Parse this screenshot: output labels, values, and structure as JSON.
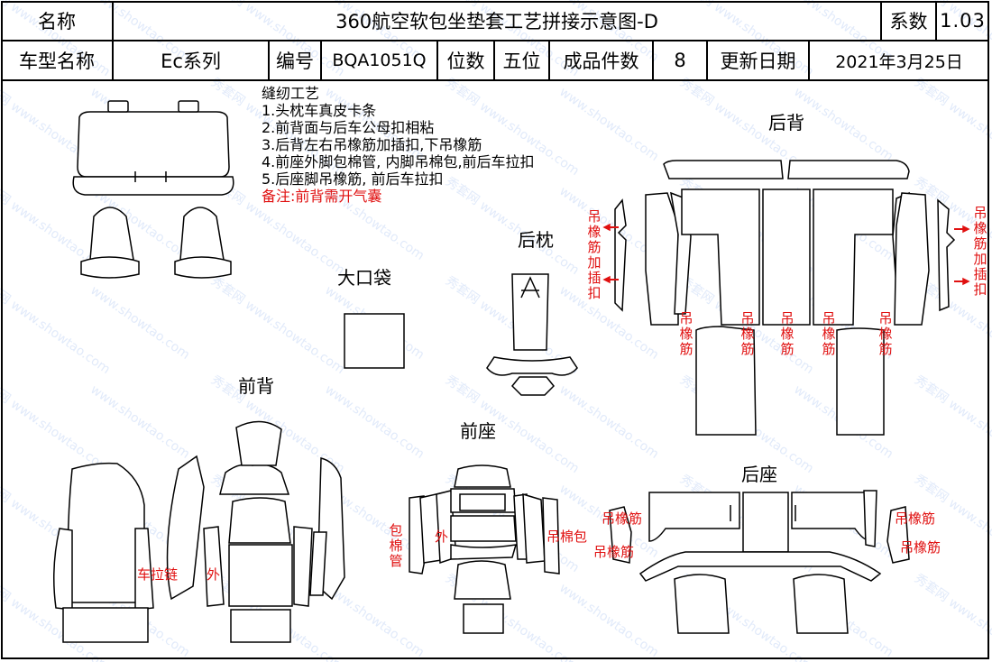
{
  "header": {
    "name_label": "名称",
    "title": "360航空软包坐垫套工艺拼接示意图-D",
    "coef_label": "系数",
    "coef_value": "1.03",
    "model_label": "车型名称",
    "model_value": "Ec系列",
    "code_label": "编号",
    "code_value": "BQA1051Q",
    "seats_label": "位数",
    "seats_value": "五位",
    "pieces_label": "成品件数",
    "pieces_value": "8",
    "date_label": "更新日期",
    "date_value": "2021年3月25日"
  },
  "notes": {
    "heading": "缝纫工艺",
    "items": [
      "1.头枕车真皮卡条",
      "2.前背面与后车公母扣相粘",
      "3.后背左右吊橡筋加插扣,下吊橡筋",
      "4.前座外脚包棉管, 内脚吊棉包,前后车拉扣",
      "5.后座脚吊橡筋, 前后车拉扣"
    ],
    "remark": "备注:前背需开气囊"
  },
  "sections": {
    "rear_back": "后背",
    "rear_headrest": "后枕",
    "big_pocket": "大口袋",
    "front_back": "前背",
    "front_seat": "前座",
    "rear_seat": "后座"
  },
  "annotations": {
    "rear_left_side": "吊橡筋加插扣",
    "rear_right_side": "吊橡筋加插扣",
    "rear_elastic_1": "吊橡筋",
    "rear_elastic_2": "吊橡筋",
    "rear_elastic_3": "吊橡筋",
    "rear_elastic_4": "吊橡筋",
    "rear_elastic_5": "吊橡筋",
    "front_back_zipper": "车拉链",
    "front_back_outer": "外",
    "front_seat_tube": "包棉管",
    "front_seat_outer": "外",
    "front_seat_pad": "吊棉包",
    "rear_seat_left_1": "吊橡筋",
    "rear_seat_left_2": "吊橡筋",
    "rear_seat_right_1": "吊橡筋",
    "rear_seat_right_2": "吊橡筋"
  },
  "watermark_text": "www.showtao.com",
  "watermark_brand": "秀套网",
  "colors": {
    "annotation": "#e01010",
    "line": "#000000"
  }
}
